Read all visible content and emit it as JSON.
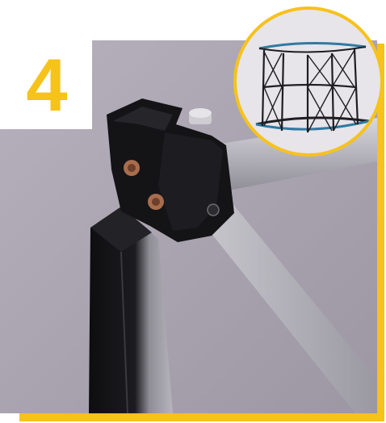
{
  "step": {
    "number": "4"
  },
  "colors": {
    "accent": "#f6c21c",
    "photo_background": "#aca6b2",
    "connector": "#141316",
    "pole": "#b9b7bf",
    "frame_rim": "#2f7aa0"
  },
  "photo": {
    "subject": "frame-connector-hub",
    "parts": [
      "horizontal-pole",
      "diagonal-strut",
      "connector-hub",
      "vertical-upright",
      "inset-frame-preview"
    ]
  }
}
